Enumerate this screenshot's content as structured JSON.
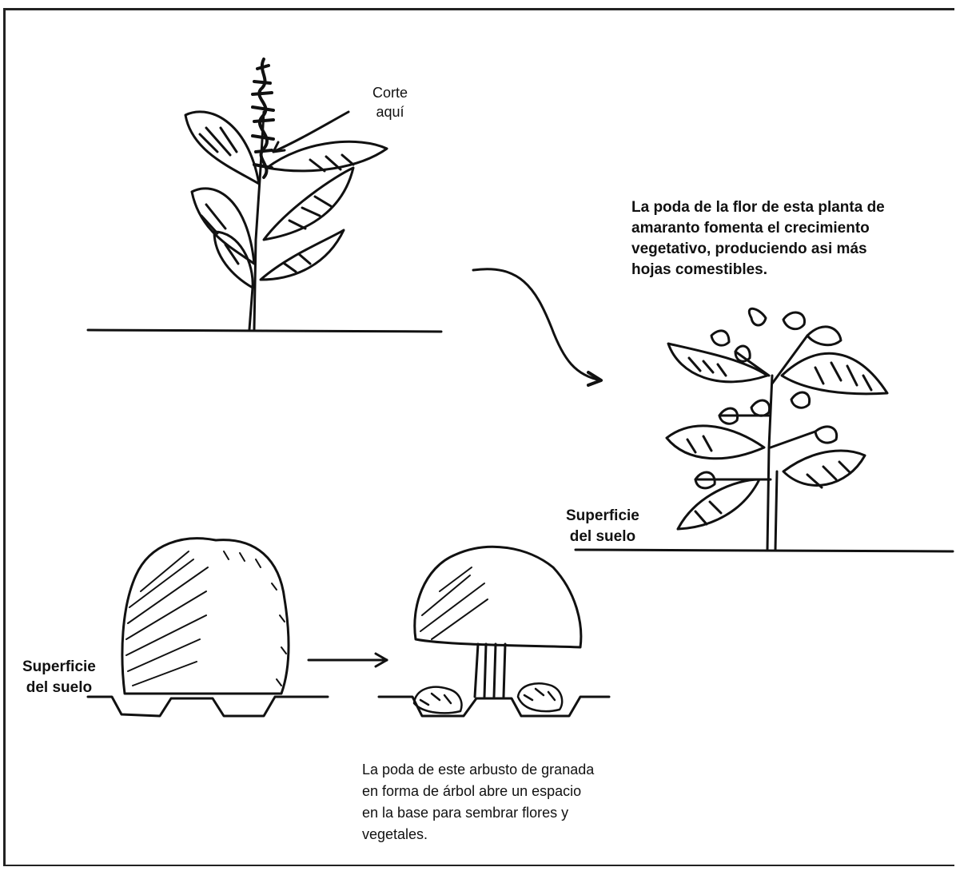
{
  "labels": {
    "cut_here": [
      "Corte",
      "aquí"
    ],
    "soil_surface_right": [
      "Superficie",
      "del suelo"
    ],
    "soil_surface_left": [
      "Superficie",
      "del suelo"
    ]
  },
  "captions": {
    "amaranth": [
      "La poda de la flor de esta planta de",
      "amaranto fomenta el crecimiento",
      "vegetativo, produciendo asi más",
      "hojas comestibles."
    ],
    "pomegranate": [
      "La poda de este arbusto de granada",
      "en forma de árbol abre un espacio",
      "en la base para sembrar flores y",
      "vegetales."
    ]
  },
  "colors": {
    "ink": "#111111",
    "paper": "#ffffff"
  }
}
